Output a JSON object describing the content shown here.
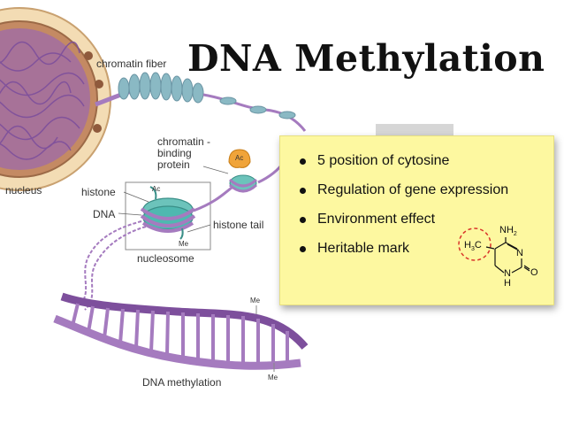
{
  "title": "DNA Methylation",
  "labels": {
    "chromatin_fiber": "chromatin fiber",
    "chromatin_binding_line1": "chromatin -",
    "chromatin_binding_line2": "binding",
    "chromatin_binding_line3": "protein",
    "nucleus": "nucleus",
    "histone": "histone",
    "dna": "DNA",
    "histone_tail": "histone tail",
    "nucleosome": "nucleosome",
    "dna_methylation": "DNA methylation",
    "ac": "Ac",
    "me": "Me"
  },
  "bullets": [
    "5 position of cytosine",
    "Regulation of gene expression",
    "Environment effect",
    "Heritable mark"
  ],
  "molecule": {
    "nh2": "NH",
    "nh2_sub": "2",
    "h3c": "H",
    "h3c_sub": "3",
    "h3c_c": "C",
    "n": "N",
    "nh": "N",
    "h": "H",
    "o": "O"
  },
  "colors": {
    "dna_purple": "#a57bbf",
    "dna_dark": "#7d4f9c",
    "histone_teal": "#4fb8b0",
    "nucleus_tan": "#e9c79a",
    "note_yellow": "#fdf8a0",
    "highlight_red": "#d9352b",
    "protein_orange": "#f0a43a"
  }
}
